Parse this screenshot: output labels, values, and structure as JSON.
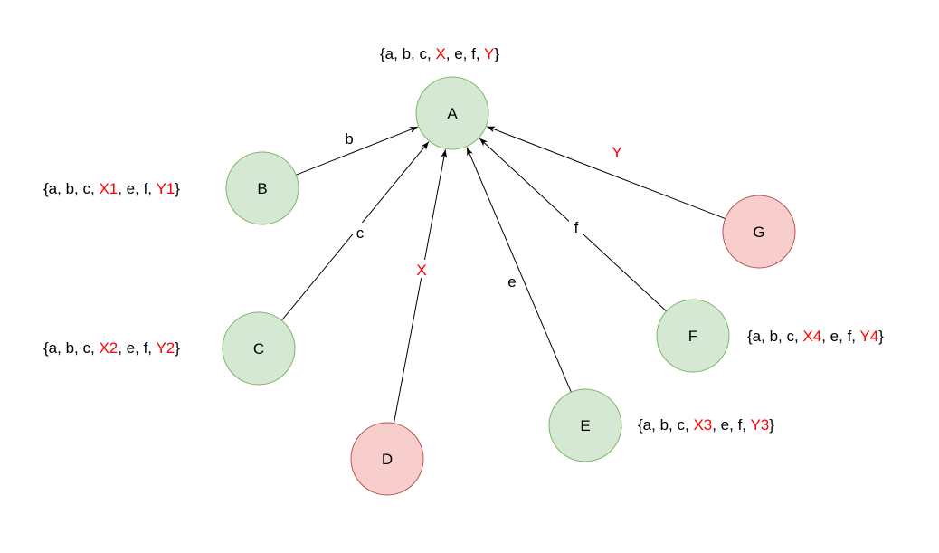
{
  "colors": {
    "green_fill": "#d5e8d4",
    "green_stroke": "#82b366",
    "red_fill": "#f8cecc",
    "red_stroke": "#b85450",
    "edge": "#000000",
    "highlight_text": "#ff0000",
    "text": "#000000"
  },
  "nodes": {
    "A": {
      "label": "A",
      "style": "green"
    },
    "B": {
      "label": "B",
      "style": "green"
    },
    "C": {
      "label": "C",
      "style": "green"
    },
    "D": {
      "label": "D",
      "style": "red"
    },
    "E": {
      "label": "E",
      "style": "green"
    },
    "F": {
      "label": "F",
      "style": "green"
    },
    "G": {
      "label": "G",
      "style": "red"
    }
  },
  "edges": [
    {
      "from": "B",
      "to": "A",
      "label": "b",
      "highlight": false
    },
    {
      "from": "C",
      "to": "A",
      "label": "c",
      "highlight": false
    },
    {
      "from": "D",
      "to": "A",
      "label": "X",
      "highlight": true
    },
    {
      "from": "E",
      "to": "A",
      "label": "e",
      "highlight": false
    },
    {
      "from": "F",
      "to": "A",
      "label": "f",
      "highlight": false
    },
    {
      "from": "G",
      "to": "A",
      "label": "Y",
      "highlight": true
    }
  ],
  "sets": {
    "A": [
      {
        "t": "{a, b, c, ",
        "h": false
      },
      {
        "t": "X",
        "h": true
      },
      {
        "t": ", e, f, ",
        "h": false
      },
      {
        "t": "Y",
        "h": true
      },
      {
        "t": "}",
        "h": false
      }
    ],
    "B": [
      {
        "t": "{a, b, c, ",
        "h": false
      },
      {
        "t": "X1",
        "h": true
      },
      {
        "t": ", e, f, ",
        "h": false
      },
      {
        "t": "Y1",
        "h": true
      },
      {
        "t": "}",
        "h": false
      }
    ],
    "C": [
      {
        "t": "{a, b, c, ",
        "h": false
      },
      {
        "t": "X2",
        "h": true
      },
      {
        "t": ", e, f, ",
        "h": false
      },
      {
        "t": "Y2",
        "h": true
      },
      {
        "t": "}",
        "h": false
      }
    ],
    "E": [
      {
        "t": "{a, b, c, ",
        "h": false
      },
      {
        "t": "X3",
        "h": true
      },
      {
        "t": ", e, f, ",
        "h": false
      },
      {
        "t": "Y3",
        "h": true
      },
      {
        "t": "}",
        "h": false
      }
    ],
    "F": [
      {
        "t": "{a, b, c, ",
        "h": false
      },
      {
        "t": "X4",
        "h": true
      },
      {
        "t": ", e, f, ",
        "h": false
      },
      {
        "t": "Y4",
        "h": true
      },
      {
        "t": "}",
        "h": false
      }
    ]
  }
}
